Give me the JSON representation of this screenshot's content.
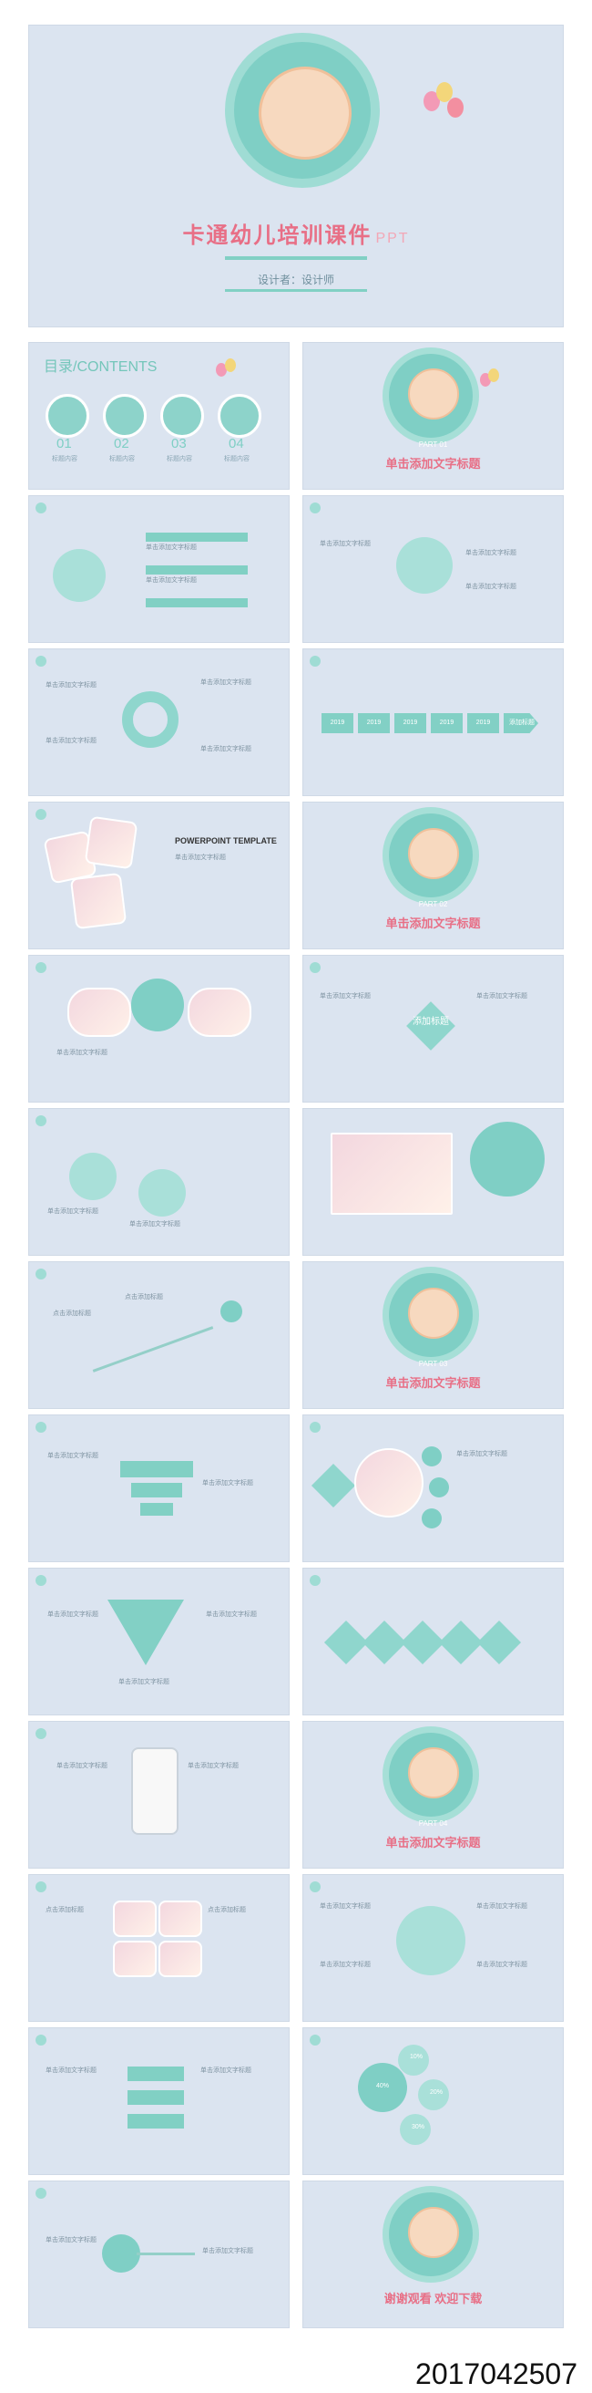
{
  "cover": {
    "title": "卡通幼儿培训课件",
    "title_suffix": "PPT",
    "designer": "设计者：设计师"
  },
  "contents": {
    "title": "目录/CONTENTS",
    "items": [
      {
        "num": "01",
        "label": "标题内容"
      },
      {
        "num": "02",
        "label": "标题内容"
      },
      {
        "num": "03",
        "label": "标题内容"
      },
      {
        "num": "04",
        "label": "标题内容"
      }
    ]
  },
  "common": {
    "header": "单击添加文字标题",
    "part_label": "单击添加文字标题",
    "part_01": "PART 01",
    "part_02": "PART 02",
    "part_03": "PART 03",
    "part_04": "PART 04",
    "ppt_template": "POWERPOINT TEMPLATE",
    "add_title": "添加标题",
    "add_title_vertical": "添加\n标题",
    "click_add_title": "点击添加标题",
    "thanks": "谢谢观看 欢迎下载"
  },
  "timeline": {
    "years": [
      "2019",
      "2019",
      "2019",
      "2019",
      "2019"
    ],
    "end_label": "添加标题"
  },
  "stats": {
    "a": "10%",
    "b": "20%",
    "c": "30%",
    "d": "40%"
  },
  "footer": {
    "id": "2017042507"
  }
}
